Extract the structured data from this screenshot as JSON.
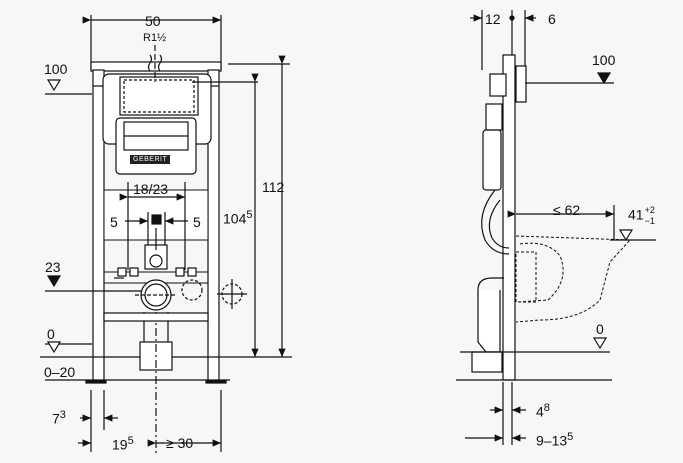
{
  "front_view": {
    "width_dim": "50",
    "thread": "R1½",
    "level_100": "100",
    "height_112": "112",
    "height_104": "104",
    "height_104_sup": "5",
    "spacing": "18/23",
    "offset_left": "5",
    "offset_right": "5",
    "level_23": "23",
    "level_0": "0",
    "floor_range": "0–20",
    "dim_7": "7",
    "dim_7_sup": "3",
    "dim_19": "19",
    "dim_19_sup": "5",
    "dim_30": "≥ 30",
    "brand": "GEBERIT"
  },
  "side_view": {
    "dim_12": "12",
    "dim_6": "6",
    "level_100": "100",
    "dim_62": "≤ 62",
    "dim_41": "41",
    "dim_41_plus": "+2",
    "dim_41_minus": "−1",
    "level_0": "0",
    "dim_4": "4",
    "dim_4_sup": "8",
    "dim_9_13": "9–13",
    "dim_9_13_sup": "5"
  }
}
